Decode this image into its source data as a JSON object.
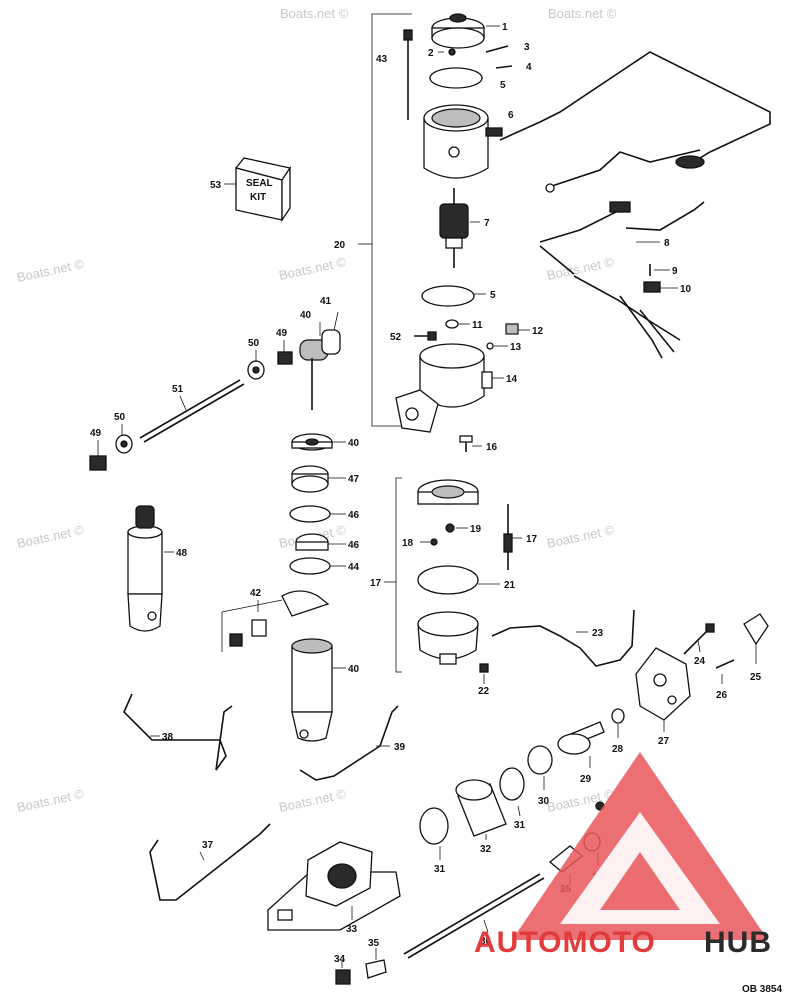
{
  "watermark": "Boats.net ©",
  "reference_code": "OB 3854",
  "logo": {
    "part1": "AUTOMOTO",
    "part2": "HUB",
    "accent": "#e23b3b",
    "dark": "#2b2b2b",
    "triangle": "#e8565b"
  },
  "labels": {
    "l1": "1",
    "l2": "2",
    "l3": "3",
    "l4": "4",
    "l5": "5",
    "l6": "6",
    "l7": "7",
    "l8": "8",
    "l9": "9",
    "l10": "10",
    "l11": "11",
    "l12": "12",
    "l13": "13",
    "l14": "14",
    "l16": "16",
    "l17": "17",
    "l18": "18",
    "l19": "19",
    "l20": "20",
    "l21": "21",
    "l22": "22",
    "l23": "23",
    "l24": "24",
    "l25": "25",
    "l26": "26",
    "l27": "27",
    "l28": "28",
    "l29": "29",
    "l30": "30",
    "l31": "31",
    "l32": "32",
    "l33": "33",
    "l34": "34",
    "l35": "35",
    "l36": "36",
    "l37": "37",
    "l38": "38",
    "l39": "39",
    "l40": "40",
    "l41": "41",
    "l42": "42",
    "l43": "43",
    "l44": "44",
    "l46": "46",
    "l47": "47",
    "l48": "48",
    "l49": "49",
    "l50": "50",
    "l51": "51",
    "l52": "52",
    "l53": "53"
  },
  "seal_kit": {
    "line1": "SEAL",
    "line2": "KIT"
  }
}
